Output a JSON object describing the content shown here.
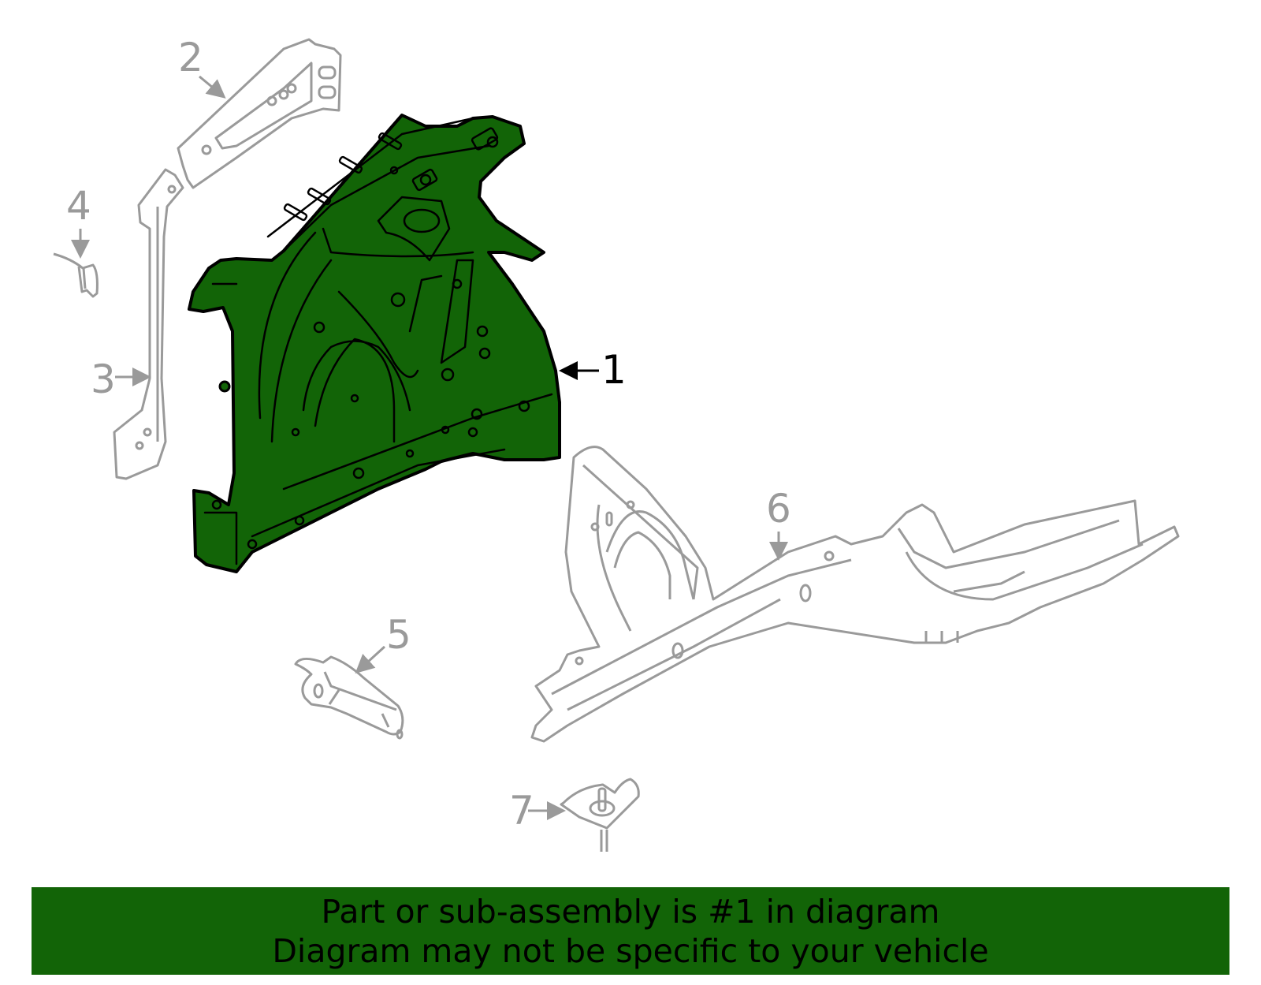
{
  "diagram": {
    "highlight_color": "#126407",
    "outline_color": "#9a9a9a",
    "callouts": [
      {
        "number": "1",
        "highlighted": true
      },
      {
        "number": "2",
        "highlighted": false
      },
      {
        "number": "3",
        "highlighted": false
      },
      {
        "number": "4",
        "highlighted": false
      },
      {
        "number": "5",
        "highlighted": false
      },
      {
        "number": "6",
        "highlighted": false
      },
      {
        "number": "7",
        "highlighted": false
      }
    ]
  },
  "banner": {
    "line1": "Part or sub-assembly is #1 in diagram",
    "line2": "Diagram may not be specific to your vehicle",
    "background": "#126407"
  }
}
